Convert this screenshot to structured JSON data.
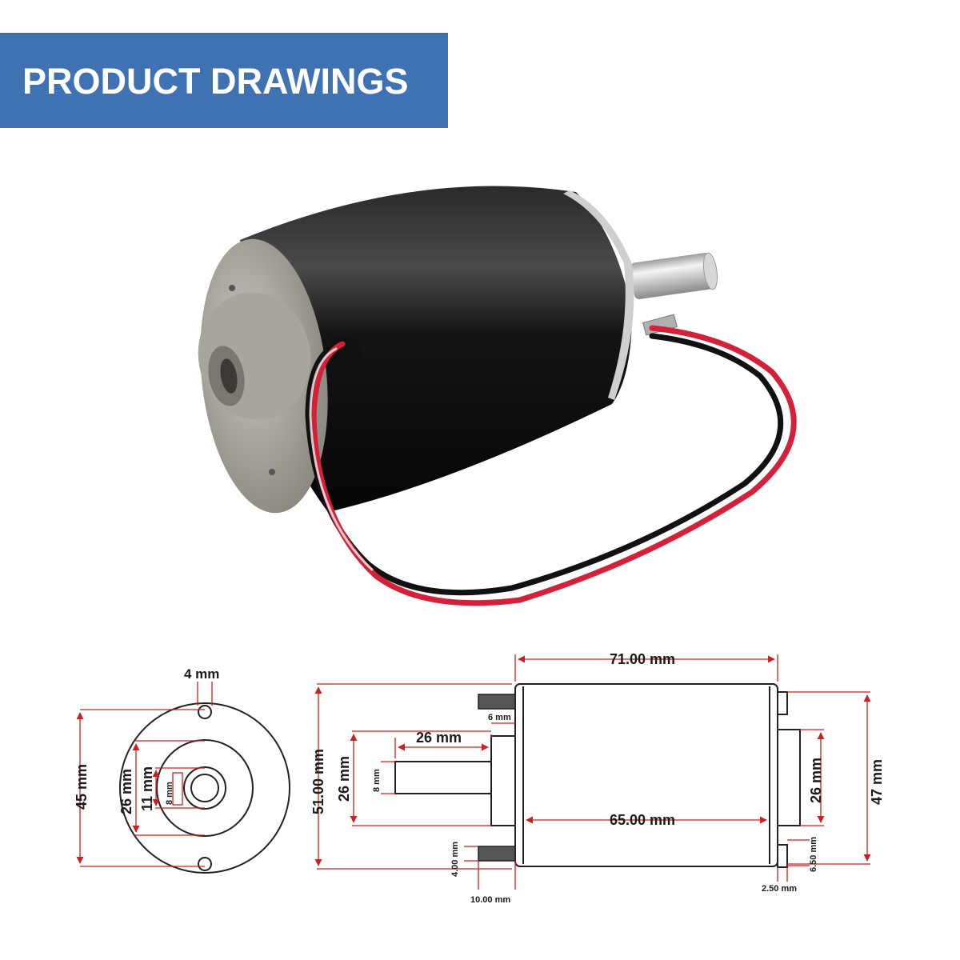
{
  "banner": {
    "title": "PRODUCT DRAWINGS",
    "background_color": "#3f72b2"
  },
  "drawing": {
    "dimension_color": "#cc1f1f",
    "front_view": {
      "hole_diameter": "4 mm",
      "overall_diameter": "45 mm",
      "boss_diameter": "26 mm",
      "inner_diameter": "11 mm",
      "shaft_diameter": "8 mm"
    },
    "side_view": {
      "overall_length": "71.00 mm",
      "overall_height": "51.00 mm",
      "shaft_length": "26 mm",
      "boss_height_left": "26 mm",
      "shaft_diameter": "8 mm",
      "boss_step": "6 mm",
      "body_length": "65.00 mm",
      "body_diameter": "47 mm",
      "boss_height_right": "26 mm",
      "screw_height": "4.00 mm",
      "screw_length": "10.00 mm",
      "rear_post_height": "6.50 mm",
      "rear_post_length": "2.50 mm"
    }
  }
}
